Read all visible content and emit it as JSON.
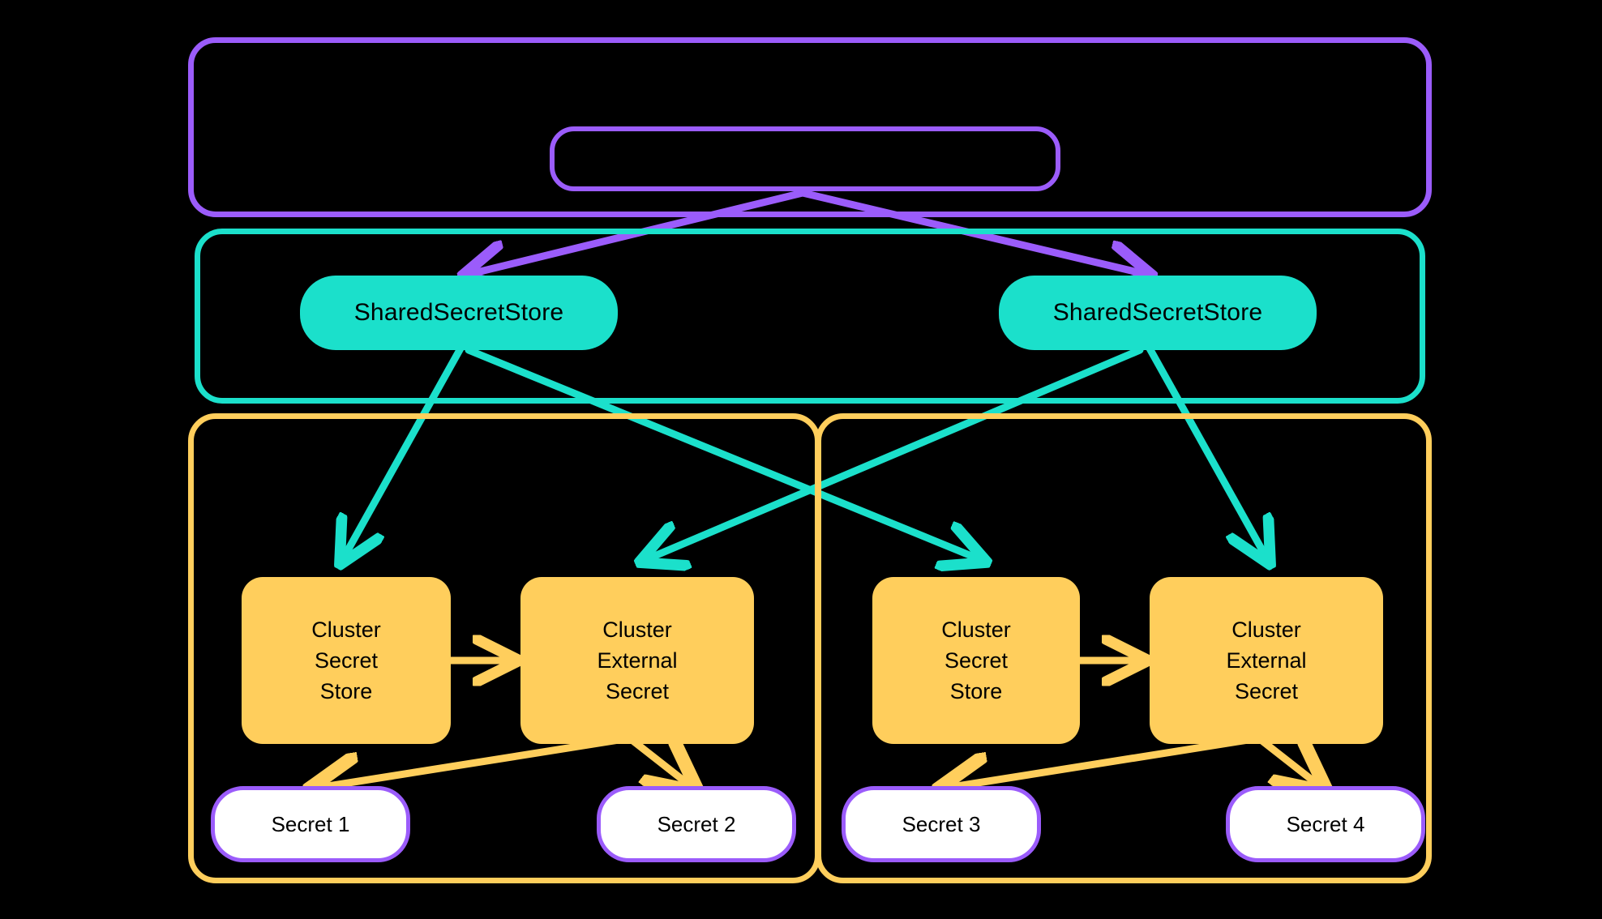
{
  "diagram": {
    "type": "architecture-flow",
    "background": "#000000",
    "colors": {
      "purple": "#9B5CFB",
      "teal": "#1BE0CB",
      "yellow": "#FFCE5C",
      "white": "#FFFFFF",
      "text": "#000000"
    },
    "containers": [
      {
        "id": "purple-outer",
        "label": "",
        "color": "#9B5CFB"
      },
      {
        "id": "teal-outer",
        "label": "",
        "color": "#1BE0CB"
      },
      {
        "id": "yellow-left",
        "label": "",
        "color": "#FFCE5C"
      },
      {
        "id": "yellow-right",
        "label": "",
        "color": "#FFCE5C"
      }
    ],
    "nodes": {
      "purple_pill": {
        "label": ""
      },
      "shared_store_left": {
        "label": "SharedSecretStore"
      },
      "shared_store_right": {
        "label": "SharedSecretStore"
      },
      "cluster_secret_store_1": {
        "line1": "Cluster",
        "line2": "Secret",
        "line3": "Store"
      },
      "cluster_external_secret_1": {
        "line1": "Cluster",
        "line2": "External",
        "line3": "Secret"
      },
      "cluster_secret_store_2": {
        "line1": "Cluster",
        "line2": "Secret",
        "line3": "Store"
      },
      "cluster_external_secret_2": {
        "line1": "Cluster",
        "line2": "External",
        "line3": "Secret"
      },
      "secret_1": {
        "label": "Secret 1"
      },
      "secret_2": {
        "label": "Secret 2"
      },
      "secret_3": {
        "label": "Secret 3"
      },
      "secret_4": {
        "label": "Secret 4"
      }
    },
    "edges": [
      {
        "from": "purple_pill",
        "to": "shared_store_left",
        "color": "#9B5CFB"
      },
      {
        "from": "purple_pill",
        "to": "shared_store_right",
        "color": "#9B5CFB"
      },
      {
        "from": "shared_store_left",
        "to": "cluster_secret_store_1",
        "color": "#1BE0CB"
      },
      {
        "from": "shared_store_left",
        "to": "cluster_secret_store_2",
        "color": "#1BE0CB"
      },
      {
        "from": "shared_store_right",
        "to": "cluster_external_secret_1",
        "color": "#1BE0CB"
      },
      {
        "from": "shared_store_right",
        "to": "cluster_external_secret_2",
        "color": "#1BE0CB"
      },
      {
        "from": "cluster_secret_store_1",
        "to": "cluster_external_secret_1",
        "color": "#FFCE5C"
      },
      {
        "from": "cluster_secret_store_2",
        "to": "cluster_external_secret_2",
        "color": "#FFCE5C"
      },
      {
        "from": "cluster_external_secret_1",
        "to": "secret_1",
        "color": "#FFCE5C"
      },
      {
        "from": "cluster_external_secret_1",
        "to": "secret_2",
        "color": "#FFCE5C"
      },
      {
        "from": "cluster_external_secret_2",
        "to": "secret_3",
        "color": "#FFCE5C"
      },
      {
        "from": "cluster_external_secret_2",
        "to": "secret_4",
        "color": "#FFCE5C"
      }
    ]
  }
}
